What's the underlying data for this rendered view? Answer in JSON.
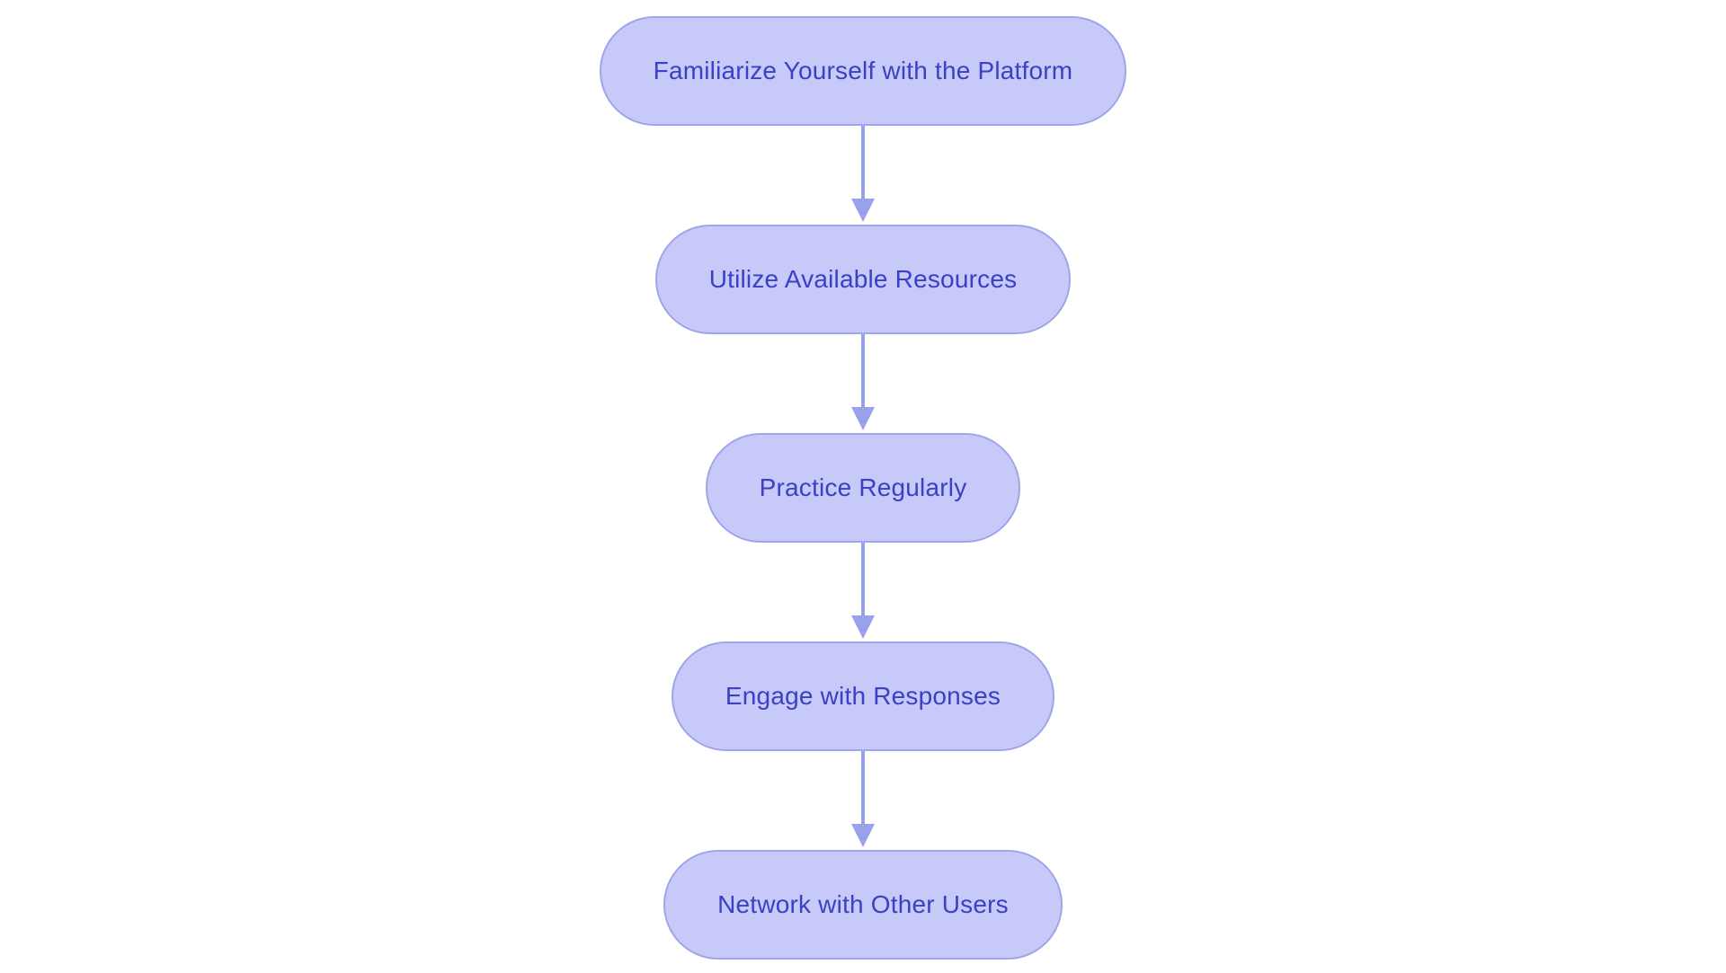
{
  "flowchart": {
    "type": "vertical-flowchart",
    "background_color": "#ffffff",
    "node_fill_color": "#c7c9f8",
    "node_border_color": "#9fa6e8",
    "node_text_color": "#3b40c4",
    "arrow_color": "#98a1ec",
    "nodes": [
      {
        "id": "n1",
        "label": "Familiarize Yourself with the Platform"
      },
      {
        "id": "n2",
        "label": "Utilize Available Resources"
      },
      {
        "id": "n3",
        "label": "Practice Regularly"
      },
      {
        "id": "n4",
        "label": "Engage with Responses"
      },
      {
        "id": "n5",
        "label": "Network with Other Users"
      }
    ],
    "connections": [
      {
        "from": "n1",
        "to": "n2"
      },
      {
        "from": "n2",
        "to": "n3"
      },
      {
        "from": "n3",
        "to": "n4"
      },
      {
        "from": "n4",
        "to": "n5"
      }
    ]
  }
}
